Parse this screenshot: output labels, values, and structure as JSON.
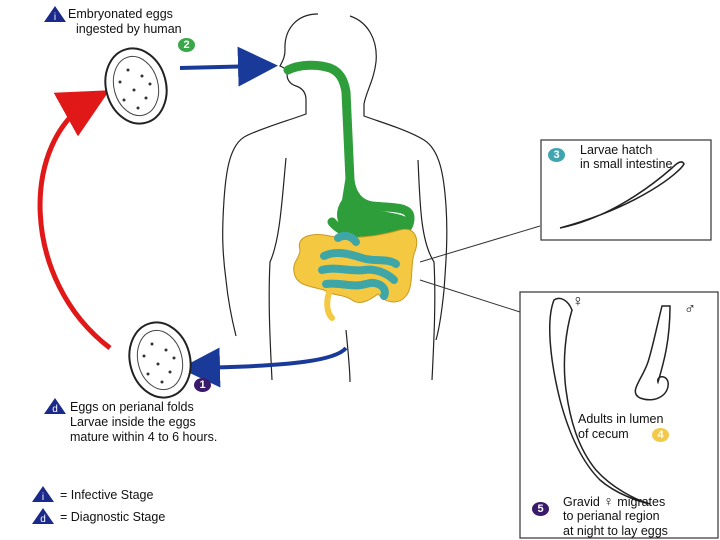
{
  "stages": {
    "ingested": {
      "line1": "Embryonated eggs",
      "line2": "ingested by human",
      "number": "2",
      "stage_letter": "i"
    },
    "hatch": {
      "line1": "Larvae hatch",
      "line2": "in small intestine",
      "number": "3"
    },
    "adults": {
      "line1": "Adults in lumen",
      "line2": "of cecum",
      "number": "4",
      "female_symbol": "♀",
      "male_symbol": "♂"
    },
    "gravid": {
      "line1_a": "Gravid",
      "line1_symbol": "♀",
      "line1_b": "migrates",
      "line2": "to perianal region",
      "line3": "at night to lay eggs",
      "number": "5"
    },
    "perianal": {
      "line1": "Eggs on perianal folds",
      "line2": "Larvae inside the eggs",
      "line3": "mature within 4 to 6 hours.",
      "number": "1",
      "stage_letter": "d"
    }
  },
  "legend": {
    "infective": {
      "letter": "i",
      "text": "= Infective Stage"
    },
    "diagnostic": {
      "letter": "d",
      "text": "= Diagnostic Stage"
    }
  },
  "colors": {
    "arrow_blue": "#1a3a9a",
    "arrow_red": "#e01818",
    "badge_green": "#3aa84a",
    "badge_teal": "#3fa6b0",
    "badge_yellow": "#f2c94a",
    "badge_purple": "#3a1a6a",
    "stage_marker": "#1b2a8a",
    "esophagus_green": "#2e9e3a",
    "colon_yellow": "#f5c842",
    "small_intestine_teal": "#3fa6a8"
  }
}
